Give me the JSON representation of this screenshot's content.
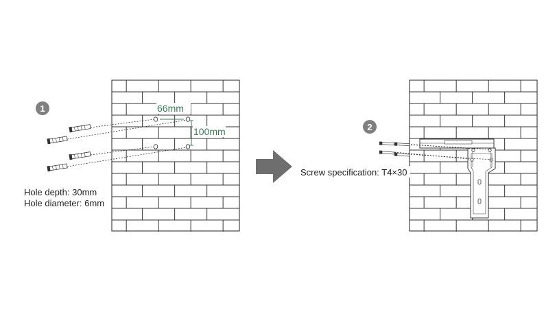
{
  "step1": {
    "number": "1",
    "dim_horizontal": "66mm",
    "dim_vertical": "100mm",
    "hole_depth": "Hole depth: 30mm",
    "hole_diameter": "Hole diameter: 6mm"
  },
  "step2": {
    "number": "2",
    "screw_spec": "Screw specification: T4×30"
  },
  "colors": {
    "dimension": "#3a7d57",
    "badge": "#808080",
    "arrow": "#6e6e6e",
    "brick_line": "#333333"
  },
  "icons": {
    "step_badge": "filled-circle-number",
    "next_arrow": "right-arrow-icon",
    "anchor": "wall-anchor-icon",
    "screw": "screw-icon"
  }
}
